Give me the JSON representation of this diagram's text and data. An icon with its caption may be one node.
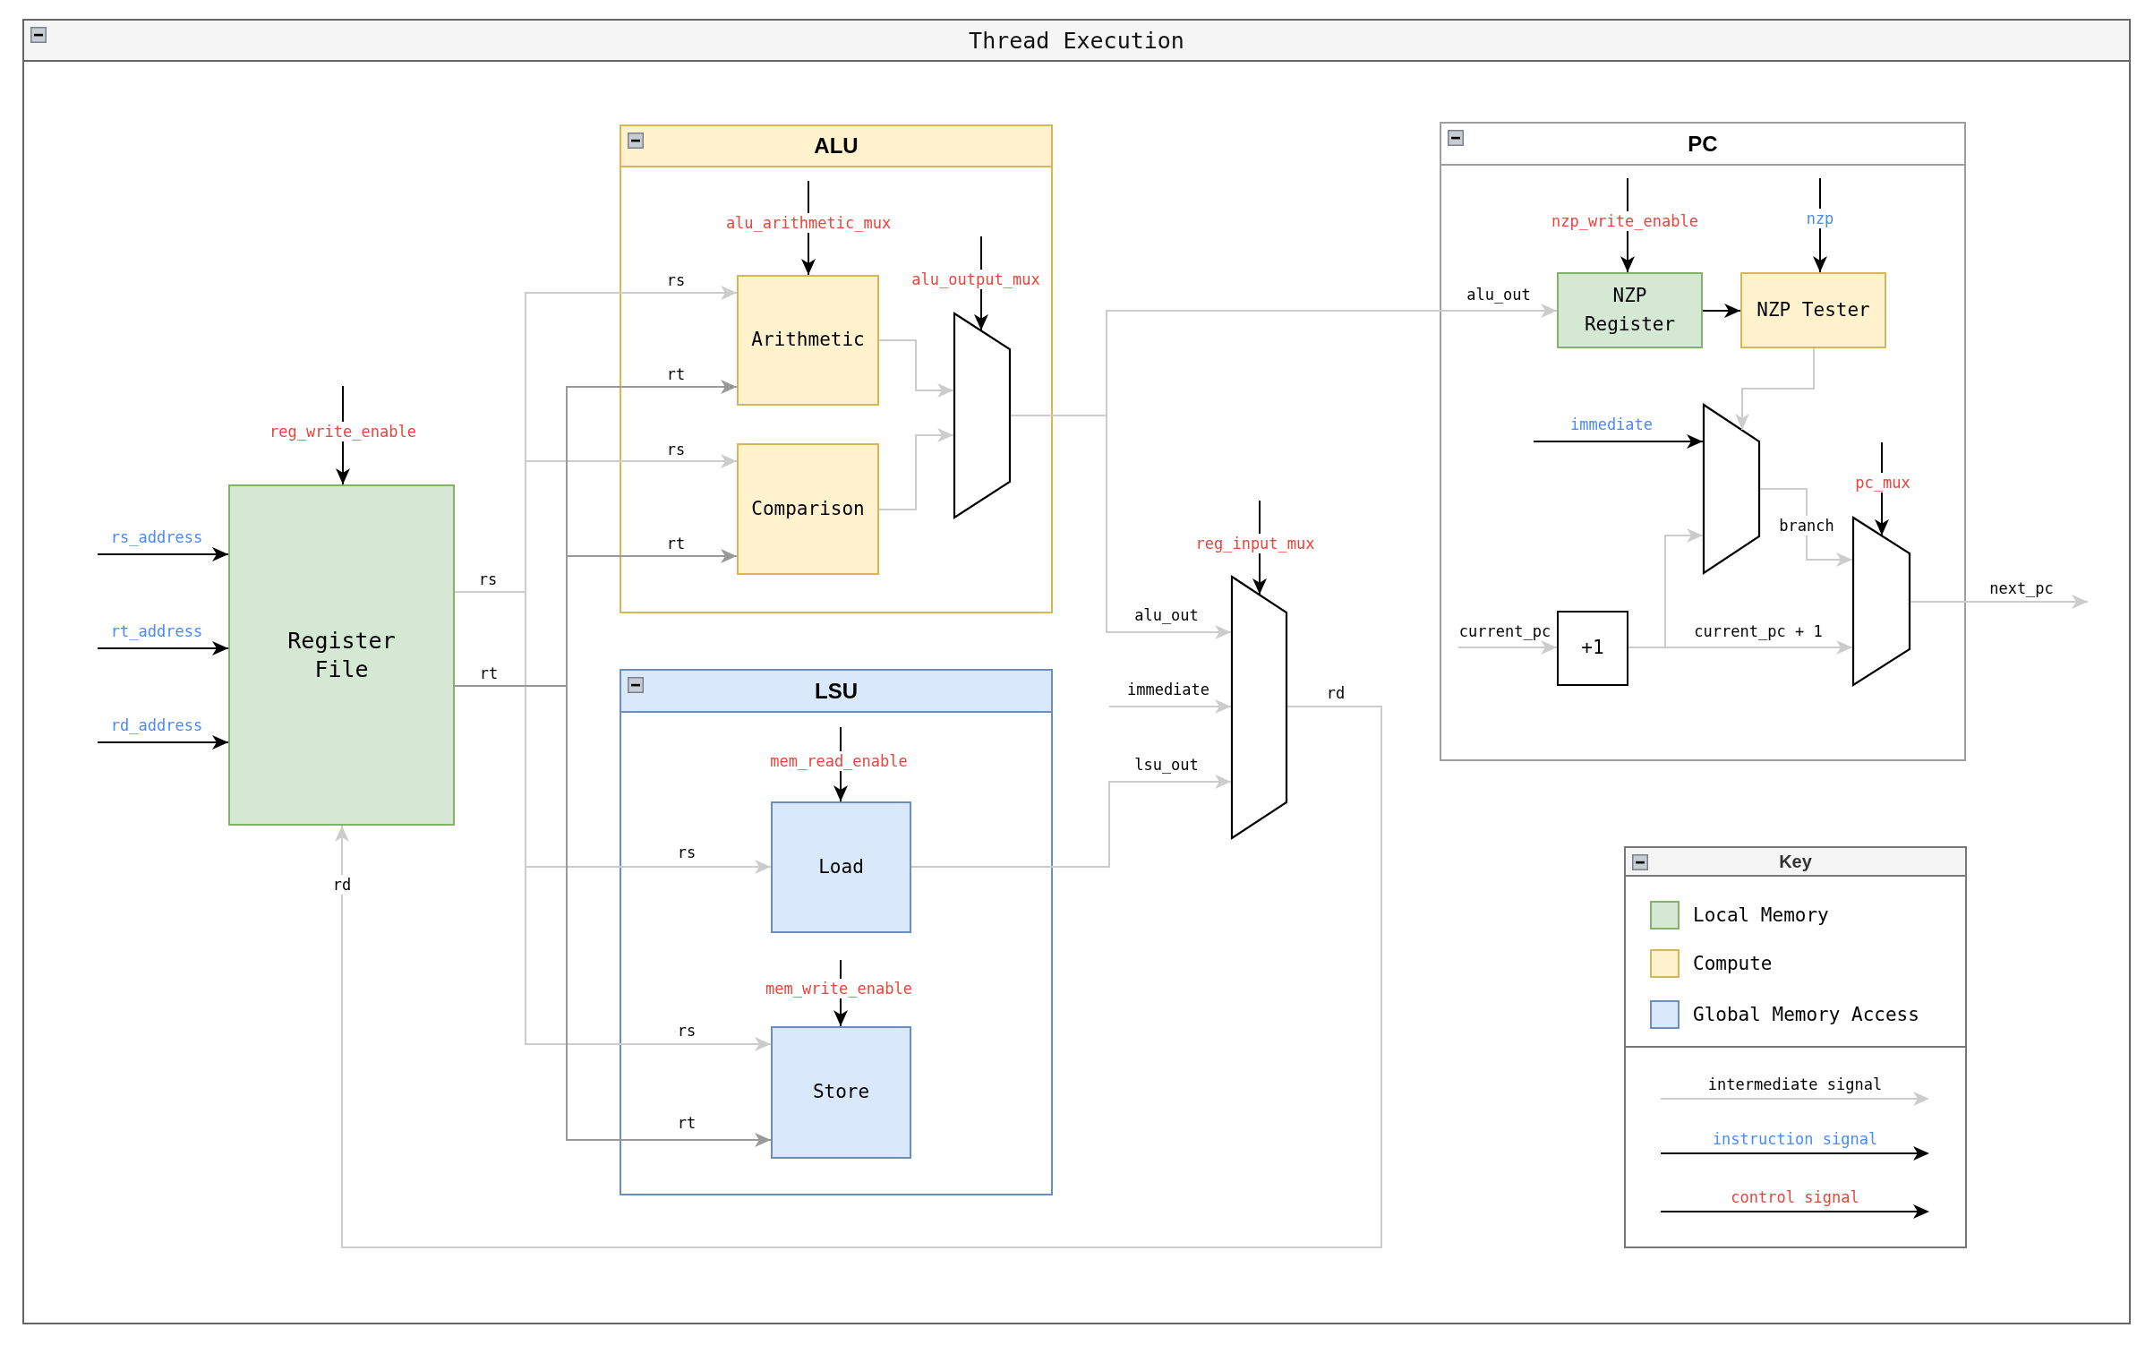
{
  "diagram": {
    "nodes": [
      {
        "text": [
          "Thread Execution"
        ]
      },
      {
        "text": [
          "Register File"
        ],
        "in": 0
      },
      {
        "text": [
          "ALU"
        ],
        "in": 0
      },
      {
        "text": [
          "Arithmetic"
        ],
        "in": 2
      },
      {
        "text": [
          "Comparison"
        ],
        "in": 2
      },
      {
        "text": [],
        "shape": "trapezoid",
        "in": 2
      },
      {
        "text": [
          "LSU"
        ],
        "in": 0
      },
      {
        "text": [
          "Load"
        ],
        "in": 6
      },
      {
        "text": [
          "Store"
        ],
        "in": 6
      },
      {
        "text": [],
        "shape": "trapezoid",
        "in": 0
      },
      {
        "text": [
          "PC"
        ],
        "in": 0
      },
      {
        "text": [
          "NZP Register"
        ],
        "in": 10
      },
      {
        "text": [
          "NZP Tester"
        ],
        "in": 10
      },
      {
        "text": [],
        "shape": "trapezoid",
        "in": 10
      },
      {
        "text": [],
        "shape": "trapezoid",
        "in": 10
      },
      {
        "text": [
          "+1"
        ],
        "in": 10
      },
      {
        "text": [
          "Key"
        ],
        "in": 0
      }
    ],
    "edges": [
      {
        "from": null,
        "to": 1,
        "arrow": "to",
        "label": "reg_write_enable",
        "color": "#000000"
      },
      {
        "from": null,
        "to": 1,
        "arrow": "to",
        "label": "rs_address",
        "color": "#000000"
      },
      {
        "from": null,
        "to": 1,
        "arrow": "to",
        "label": "rt_address",
        "color": "#000000"
      },
      {
        "from": null,
        "to": 1,
        "arrow": "to",
        "label": "rd_address",
        "color": "#000000"
      },
      {
        "from": null,
        "to": 3,
        "arrow": "to",
        "label": "alu_arithmetic_mux",
        "color": "#000000"
      },
      {
        "from": null,
        "to": 5,
        "arrow": "to",
        "label": "alu_output_mux",
        "color": "#000000"
      },
      {
        "from": null,
        "to": 7,
        "arrow": "to",
        "label": "mem_read_enable",
        "color": "#000000"
      },
      {
        "from": null,
        "to": 8,
        "arrow": "to",
        "label": "mem_write_enable",
        "color": "#000000"
      },
      {
        "from": null,
        "to": 9,
        "arrow": "to",
        "label": "reg_input_mux",
        "color": "#000000"
      },
      {
        "from": null,
        "to": 11,
        "arrow": "to",
        "label": "nzp_write_enable",
        "color": "#000000"
      },
      {
        "from": null,
        "to": 12,
        "arrow": "to",
        "label": "nzp",
        "color": "#000000"
      },
      {
        "from": null,
        "to": 13,
        "arrow": "to",
        "label": "immediate",
        "color": "#000000"
      },
      {
        "from": null,
        "to": 14,
        "arrow": "to",
        "label": "pc_mux",
        "color": "#000000"
      },
      {
        "from": 1,
        "to": 3,
        "arrow": "to",
        "label": "rs"
      },
      {
        "from": 1,
        "to": 4,
        "arrow": "to",
        "label": "rs"
      },
      {
        "from": 1,
        "to": 7,
        "arrow": "to",
        "label": "rs"
      },
      {
        "from": 1,
        "to": 8,
        "arrow": "to",
        "label": "rs"
      },
      {
        "from": 1,
        "to": 3,
        "arrow": "to",
        "label": "rt",
        "color": "#999999"
      },
      {
        "from": 1,
        "to": 4,
        "arrow": "to",
        "label": "rt",
        "color": "#999999"
      },
      {
        "from": 1,
        "to": 8,
        "arrow": "to",
        "label": "rt",
        "color": "#999999"
      },
      {
        "from": 3,
        "to": 5,
        "arrow": "to"
      },
      {
        "from": 4,
        "to": 5,
        "arrow": "to"
      },
      {
        "from": 5,
        "to": 9,
        "arrow": "to",
        "label": "alu_out"
      },
      {
        "from": 5,
        "to": 11,
        "arrow": "to",
        "label": "alu_out"
      },
      {
        "from": null,
        "to": 9,
        "arrow": "to",
        "label": "immediate"
      },
      {
        "from": 7,
        "to": 9,
        "arrow": "to",
        "label": "lsu_out"
      },
      {
        "from": 9,
        "to": 1,
        "arrow": "to",
        "label": "rd"
      },
      {
        "from": 11,
        "to": 12,
        "arrow": "to",
        "color": "#000000"
      },
      {
        "from": 12,
        "to": 13,
        "arrow": "to"
      },
      {
        "from": 13,
        "to": 14,
        "arrow": "to",
        "label": "branch"
      },
      {
        "from": null,
        "to": 15,
        "arrow": "to",
        "label": "current_pc"
      },
      {
        "from": 15,
        "to": 14,
        "arrow": "to",
        "label": "current_pc + 1"
      },
      {
        "from": 15,
        "to": 13,
        "arrow": "to"
      },
      {
        "from": 14,
        "to": null,
        "arrow": "to",
        "label": "next_pc"
      }
    ],
    "labels": [
      "rs",
      "rt",
      "rd"
    ],
    "legend": [
      {
        "text": "Local Memory",
        "color": "#d5e8d4"
      },
      {
        "text": "Compute",
        "color": "#fff2cc"
      },
      {
        "text": "Global Memory Access",
        "color": "#dae8fc"
      },
      {
        "text": "intermediate signal"
      },
      {
        "text": "instruction signal"
      },
      {
        "text": "control signal"
      }
    ]
  }
}
